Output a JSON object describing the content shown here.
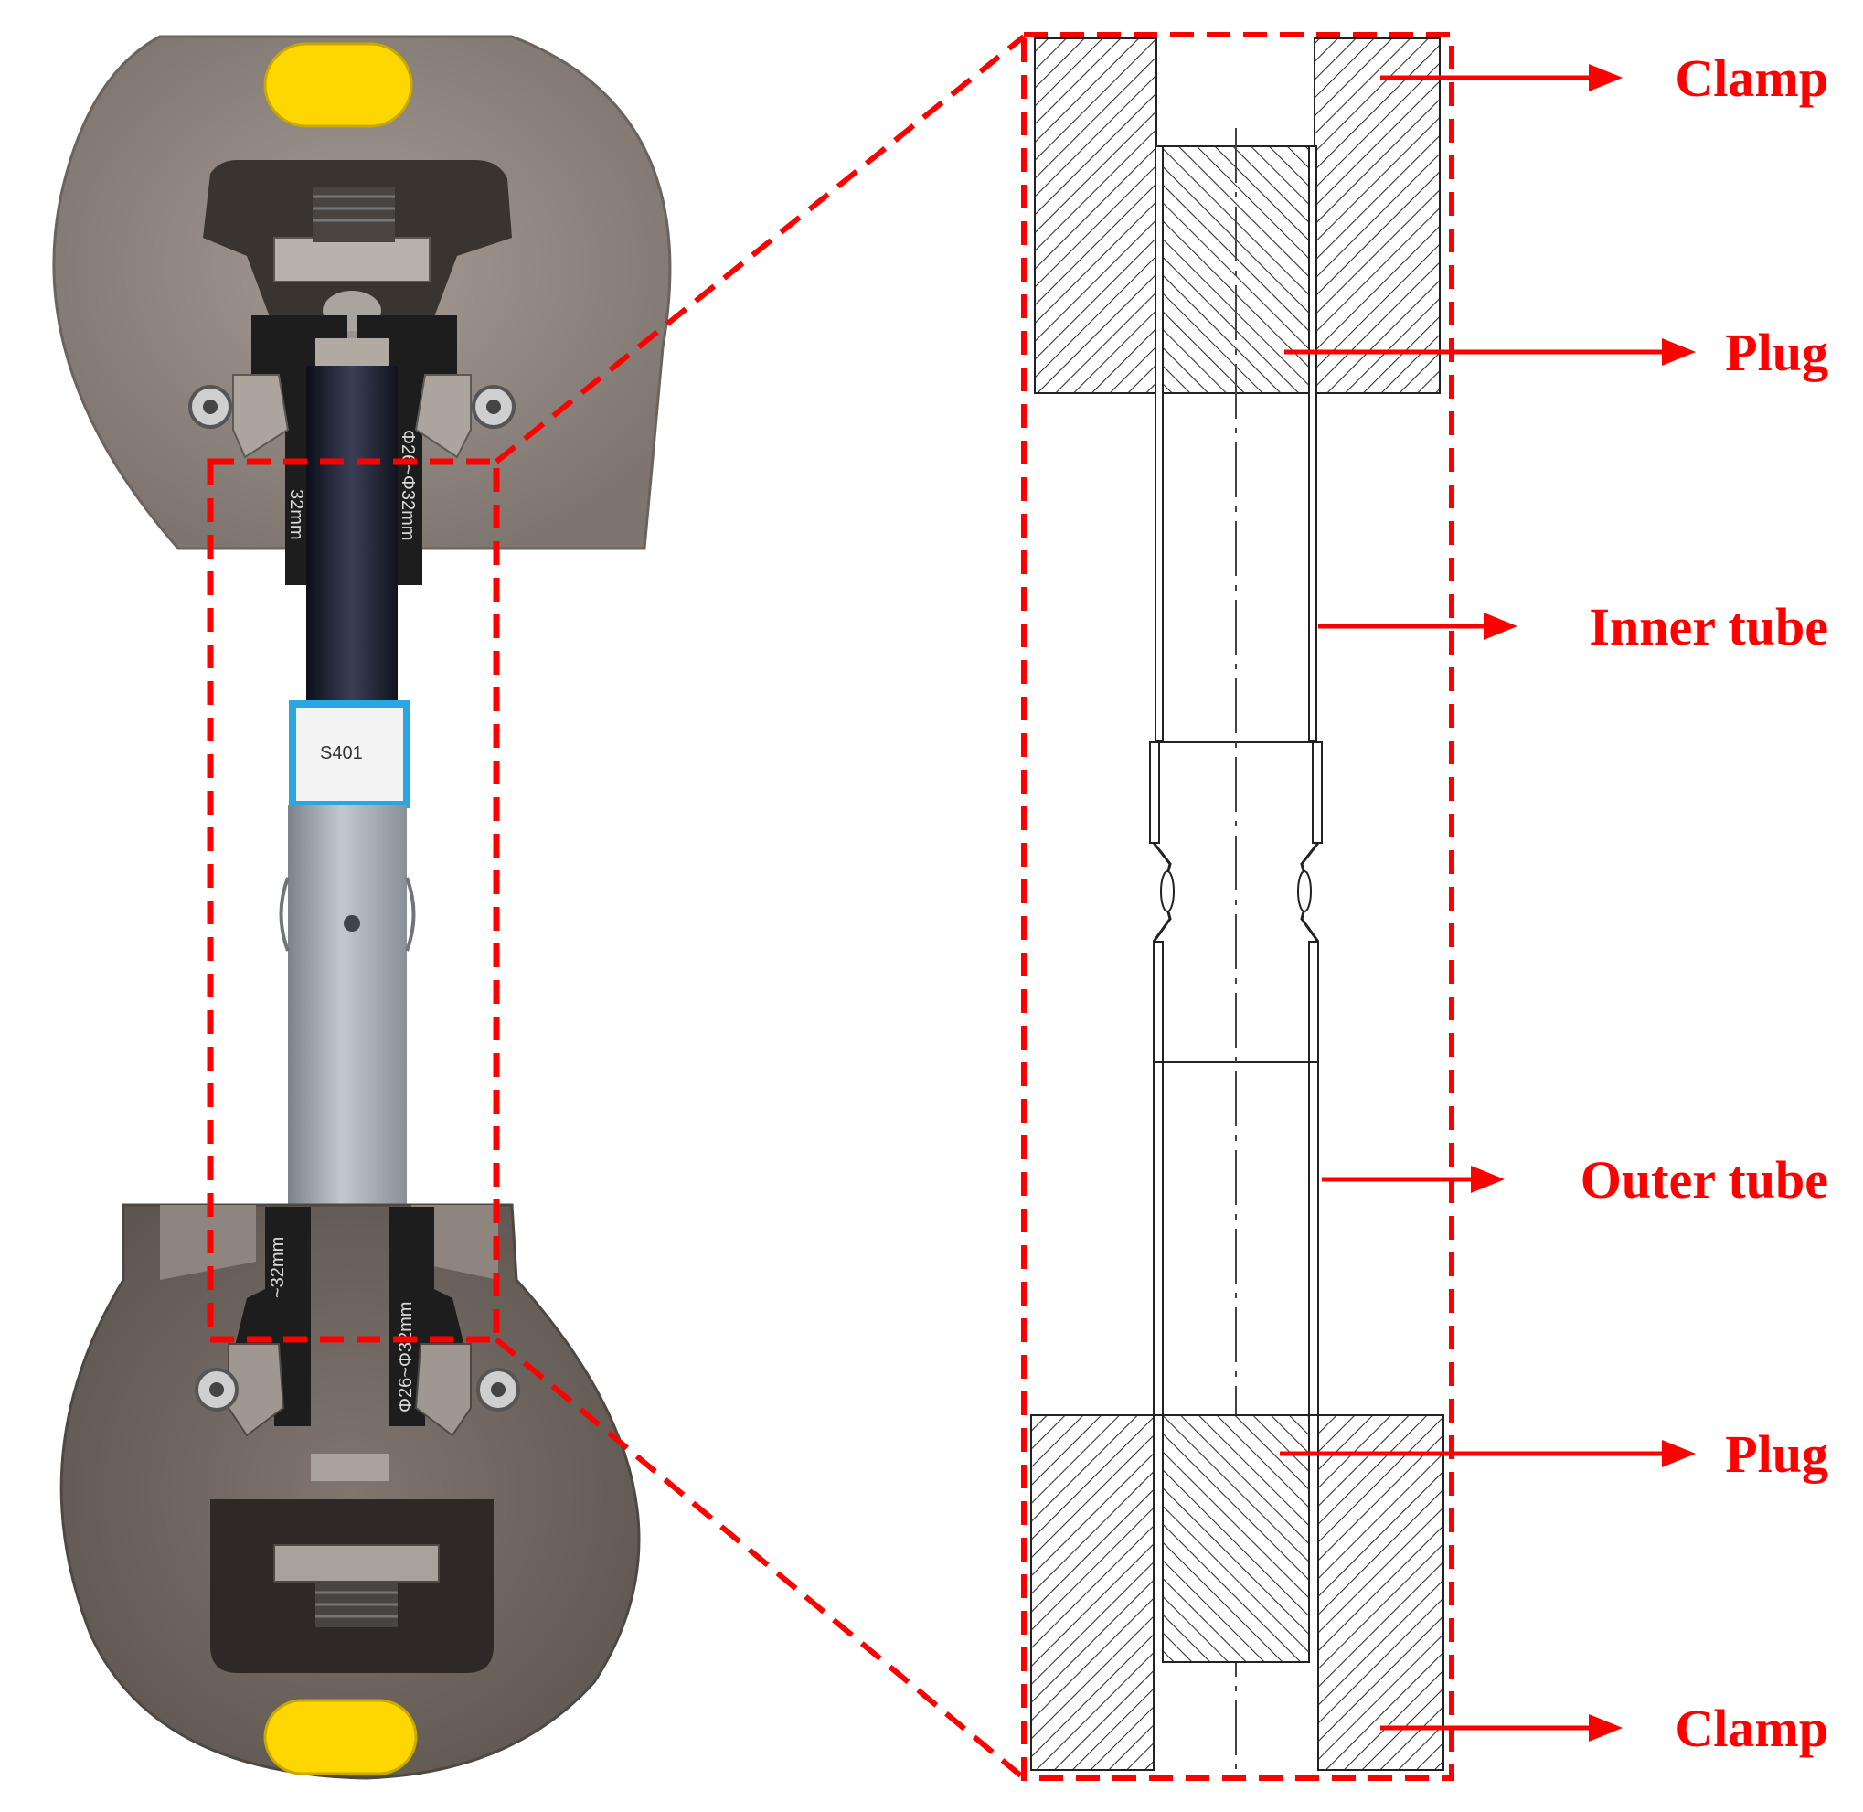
{
  "labels": {
    "clamp_top": "Clamp",
    "plug_top": "Plug",
    "inner_tube": "Inner tube",
    "outer_tube": "Outer tube",
    "plug_bottom": "Plug",
    "clamp_bottom": "Clamp"
  },
  "photo_markings": {
    "grip_size_top_left": "32mm",
    "grip_size_top_right": "Φ26~Φ32mm",
    "grip_size_bottom_left": "~32mm",
    "grip_size_bottom_right": "Φ26~Φ32mm",
    "specimen_label": "S401"
  },
  "colors": {
    "accent": "#ff0000",
    "grip_metal": "#8f8780",
    "yellow_pad": "#ffd700",
    "jaw_black": "#1d1d1d",
    "tube_steel": "#a9afb6",
    "tube_dark": "#1e2233"
  }
}
